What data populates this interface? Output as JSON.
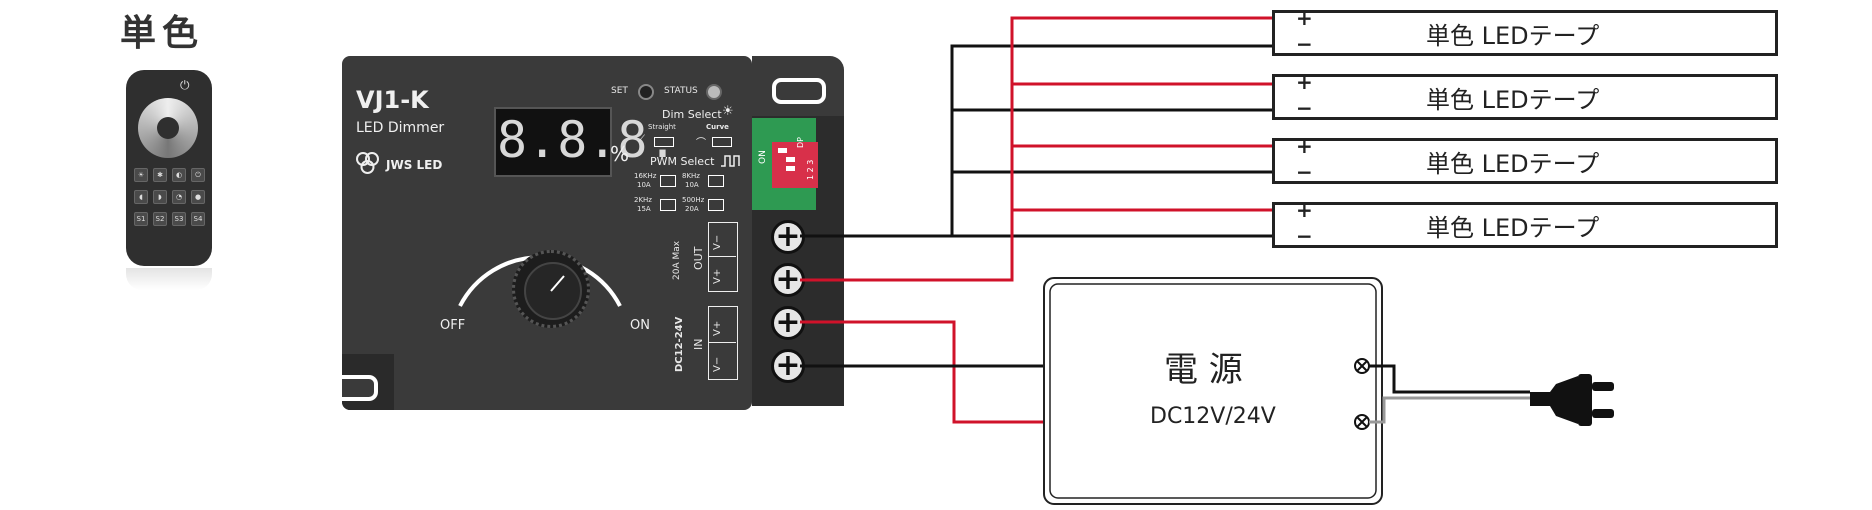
{
  "title": "単色",
  "device": {
    "model": "VJ1-K",
    "subtitle": "LED Dimmer",
    "brand": "JWS LED",
    "display_value": "8.8.8.",
    "display_unit": "%",
    "set_label": "SET",
    "status_label": "STATUS",
    "dim_select_label": "Dim Select",
    "straight_label": "Straight",
    "curve_label": "Curve",
    "pwm_select_label": "PWM Select",
    "pwm_options": [
      {
        "freq": "16KHz",
        "amp": "10A"
      },
      {
        "freq": "8KHz",
        "amp": "10A"
      },
      {
        "freq": "2KHz",
        "amp": "15A"
      },
      {
        "freq": "500Hz",
        "amp": "20A"
      }
    ],
    "dip_on": "ON",
    "dip_dp": "DP",
    "dip_nums": "1 2 3",
    "off_label": "OFF",
    "on_label": "ON",
    "out_max": "20A Max",
    "out_label": "OUT",
    "in_voltage": "DC12-24V",
    "in_label": "IN",
    "v_minus": "V−",
    "v_plus": "V+"
  },
  "remote": {
    "buttons": [
      "☀",
      "✱",
      "◐",
      "⏻",
      "◖",
      "◗",
      "◔",
      "●",
      "S1",
      "S2",
      "S3",
      "S4"
    ]
  },
  "strips": [
    {
      "label": "単色 LEDテープ",
      "plus": "+",
      "minus": "−"
    },
    {
      "label": "単色 LEDテープ",
      "plus": "+",
      "minus": "−"
    },
    {
      "label": "単色 LEDテープ",
      "plus": "+",
      "minus": "−"
    },
    {
      "label": "単色 LEDテープ",
      "plus": "+",
      "minus": "−"
    }
  ],
  "psu": {
    "title": "電 源",
    "voltage": "DC12V/24V"
  },
  "colors": {
    "positive_wire": "#d0122a",
    "negative_wire": "#111111",
    "device_body": "#3a3a3a"
  },
  "icons": [
    "sun-icon",
    "pulse-icon",
    "power-icon",
    "plug-icon",
    "screw-terminal-icon"
  ]
}
